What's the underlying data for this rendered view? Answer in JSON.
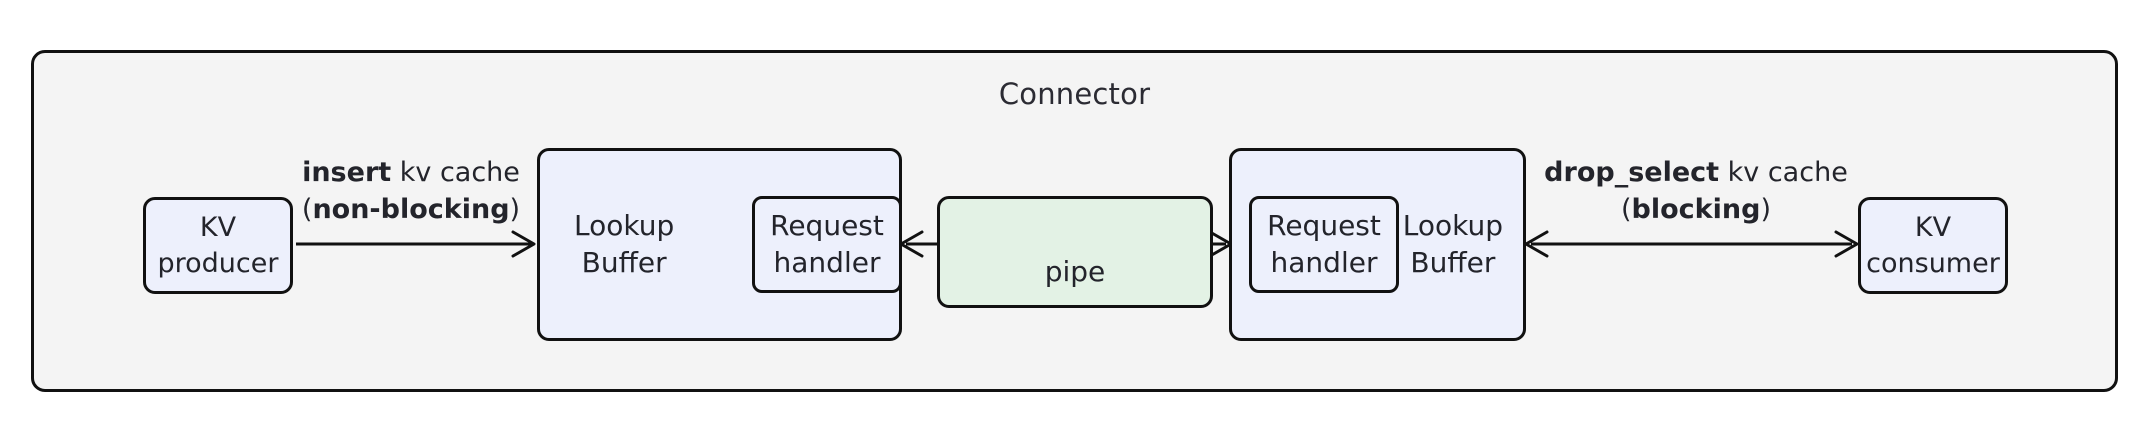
{
  "diagram": {
    "container": {
      "title": "Connector",
      "background_color": "#f4f4f4",
      "border_color": "#111111"
    },
    "nodes": {
      "kv_producer": {
        "line1": "KV",
        "line2": "producer",
        "fill": "#edf0fc"
      },
      "kv_consumer": {
        "line1": "KV",
        "line2": "consumer",
        "fill": "#edf0fc"
      },
      "lookup_buffer_left": {
        "line1": "Lookup",
        "line2": "Buffer",
        "fill": "#edf0fc"
      },
      "lookup_buffer_right": {
        "line1": "Lookup",
        "line2": "Buffer",
        "fill": "#edf0fc"
      },
      "request_handler_left": {
        "line1": "Request",
        "line2": "handler",
        "fill": "#edf0fc"
      },
      "request_handler_right": {
        "line1": "Request",
        "line2": "handler",
        "fill": "#edf0fc"
      },
      "pipe": {
        "label": "pipe",
        "fill": "#e3f2e5"
      }
    },
    "edges": {
      "insert": {
        "strong1": "insert",
        "plain1": " kv cache",
        "prefix2": "(",
        "strong2": "non-blocking",
        "suffix2": ")",
        "direction": "right"
      },
      "drop_select": {
        "strong1": "drop_select",
        "plain1": " kv cache",
        "prefix2": "(",
        "strong2": "blocking",
        "suffix2": ")",
        "direction": "both"
      }
    }
  }
}
